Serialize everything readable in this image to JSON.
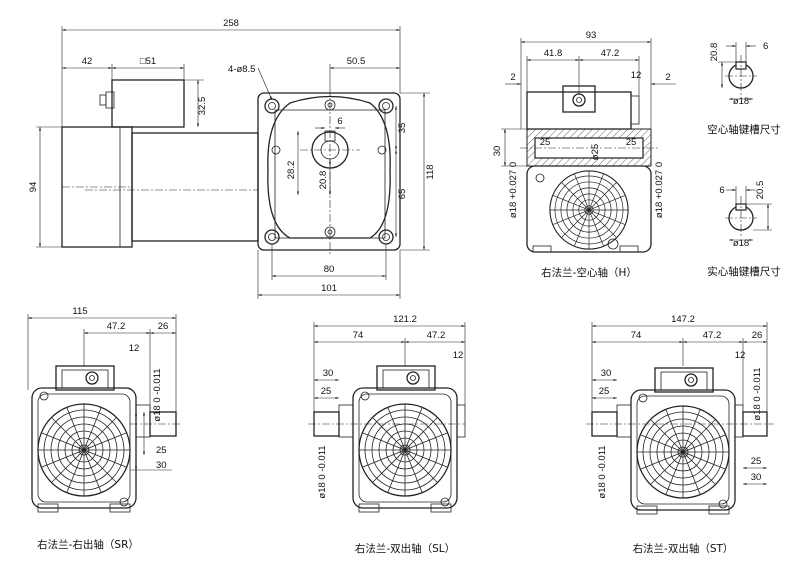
{
  "front_view": {
    "dims": {
      "overall_length": "258",
      "motor_terminal_offset": "42",
      "terminal_box": "□51",
      "hole_spec": "4-ø8.5",
      "shaft_offset": "50.5",
      "box_height": "32.5",
      "key_width": "6",
      "top_to_center": "35",
      "key_depth_hollow": "28.2",
      "key_depth_solid": "20.8",
      "center_to_bottom": "65",
      "flange_height": "118",
      "motor_height": "94",
      "mount_width": "80",
      "flange_width": "101"
    }
  },
  "hollow_side_view": {
    "dims": {
      "overall_width": "93",
      "left_part": "41.8",
      "right_part": "47.2",
      "left_gap": "2",
      "right_gap": "2",
      "lug": "12",
      "bore_length": "30",
      "keyway_left": "25",
      "keyway_right": "25",
      "bore_dia": "ø25",
      "left_bore_tol": "ø18 +0.027 0",
      "right_bore_tol": "ø18 +0.027 0"
    },
    "caption": "右法兰-空心轴（H）"
  },
  "hollow_key_detail": {
    "dims": {
      "key_width": "6",
      "key_height": "20.8",
      "dia": "ø18"
    },
    "caption": "空心轴键槽尺寸"
  },
  "solid_key_detail": {
    "dims": {
      "key_width": "6",
      "key_height": "20.5",
      "dia": "ø18"
    },
    "caption": "实心轴键槽尺寸"
  },
  "sr_view": {
    "dims": {
      "overall_width": "115",
      "body": "47.2",
      "shaft_len": "26",
      "lug": "12",
      "shaft_dia": "ø18 0 -0.011",
      "key_len": "25",
      "shaft_full": "30"
    },
    "caption": "右法兰-右出轴（SR）"
  },
  "sl_view": {
    "dims": {
      "overall_width": "121.2",
      "left_part": "74",
      "right_part": "47.2",
      "lug": "12",
      "shaft_full": "30",
      "key_len": "25",
      "shaft_dia": "ø18 0 -0.011"
    },
    "caption": "右法兰-双出轴（SL）"
  },
  "st_view": {
    "dims": {
      "overall_width": "147.2",
      "left_part": "74",
      "right_part": "47.2",
      "shaft_len": "26",
      "lug": "12",
      "left_full": "30",
      "left_key": "25",
      "right_dia": "ø18 0 -0.011",
      "left_dia": "ø18 0 -0.011",
      "right_key": "25",
      "right_full": "30"
    },
    "caption": "右法兰-双出轴（ST）"
  }
}
